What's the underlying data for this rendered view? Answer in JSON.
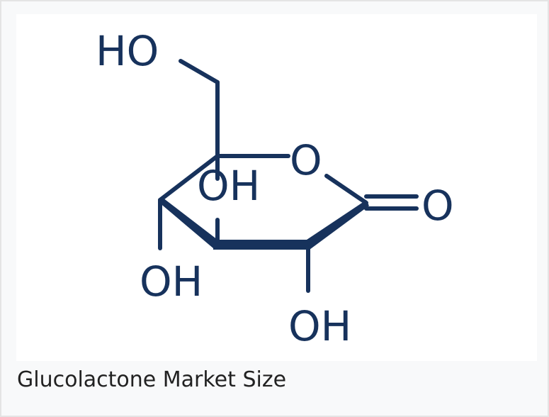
{
  "figure": {
    "atom_labels": {
      "hydroxymethyl": "HO",
      "ring_oxygen": "O",
      "carbonyl_oxygen": "O",
      "hydroxyl_c4": "OH",
      "hydroxyl_c3": "OH",
      "hydroxyl_c2": "OH"
    },
    "colors": {
      "bond": "#17325c",
      "label": "#17325c",
      "panel_background": "#ffffff",
      "card_background": "#f8f9fa"
    }
  },
  "caption": {
    "text": "Glucolactone Market Size"
  }
}
